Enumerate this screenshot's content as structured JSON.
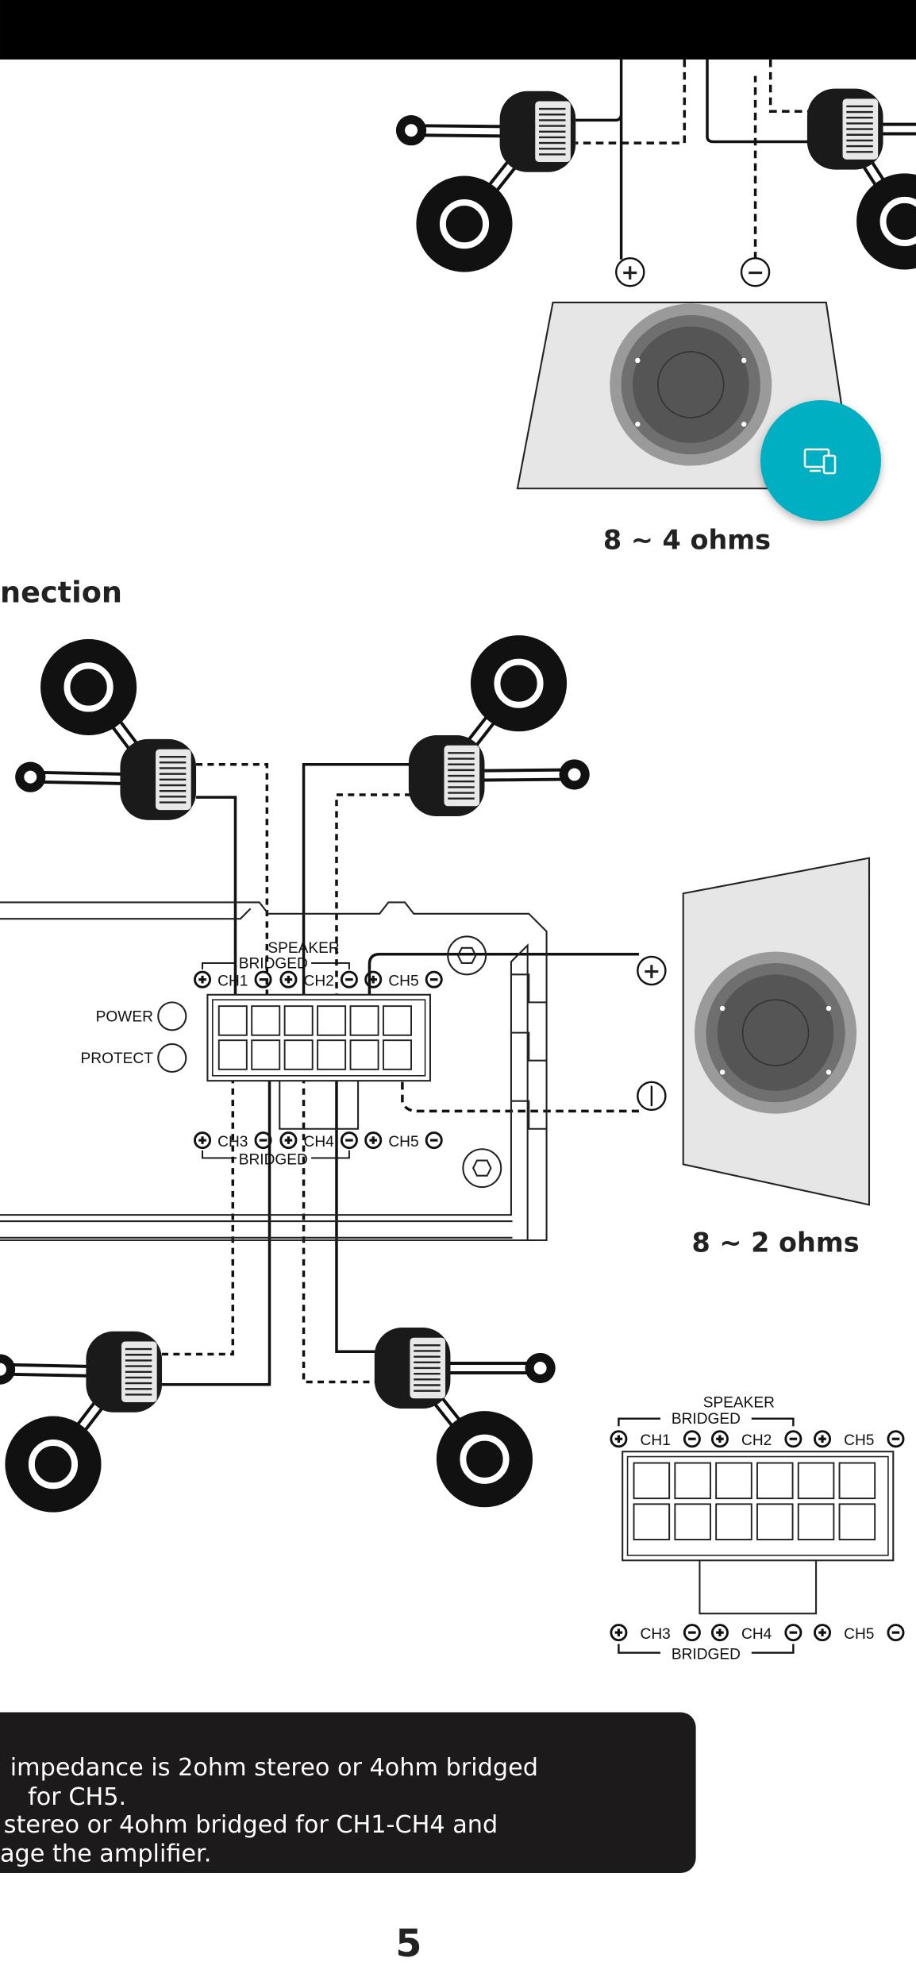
{
  "top_diagram": {
    "impedance_label": "8 ~ 4 ohms",
    "plus": "+",
    "minus": "−"
  },
  "section_title": "nection",
  "amplifier": {
    "speaker_label": "SPEAKER",
    "bridged_label": "BRIDGED",
    "top_channels": [
      "CH1",
      "CH2",
      "CH5"
    ],
    "bottom_channels": [
      "CH3",
      "CH4",
      "CH5"
    ],
    "power_label": "POWER",
    "protect_label": "PROTECT"
  },
  "sub_diagram": {
    "impedance_label": "8 ~ 2 ohms"
  },
  "terminal_legend": {
    "speaker_label": "SPEAKER",
    "bridged_label": "BRIDGED",
    "top_channels": [
      "CH1",
      "CH2",
      "CH5"
    ],
    "bottom_channels": [
      "CH3",
      "CH4",
      "CH5"
    ]
  },
  "note": {
    "lines": [
      "impedance  is 2ohm stereo or 4ohm bridged",
      "for CH5.",
      "stereo or 4ohm bridged for CH1-CH4 and",
      "age the amplifier."
    ]
  },
  "page_number": "5",
  "fab": {
    "icon": "cast-devices-icon",
    "color": "#00afc1"
  }
}
